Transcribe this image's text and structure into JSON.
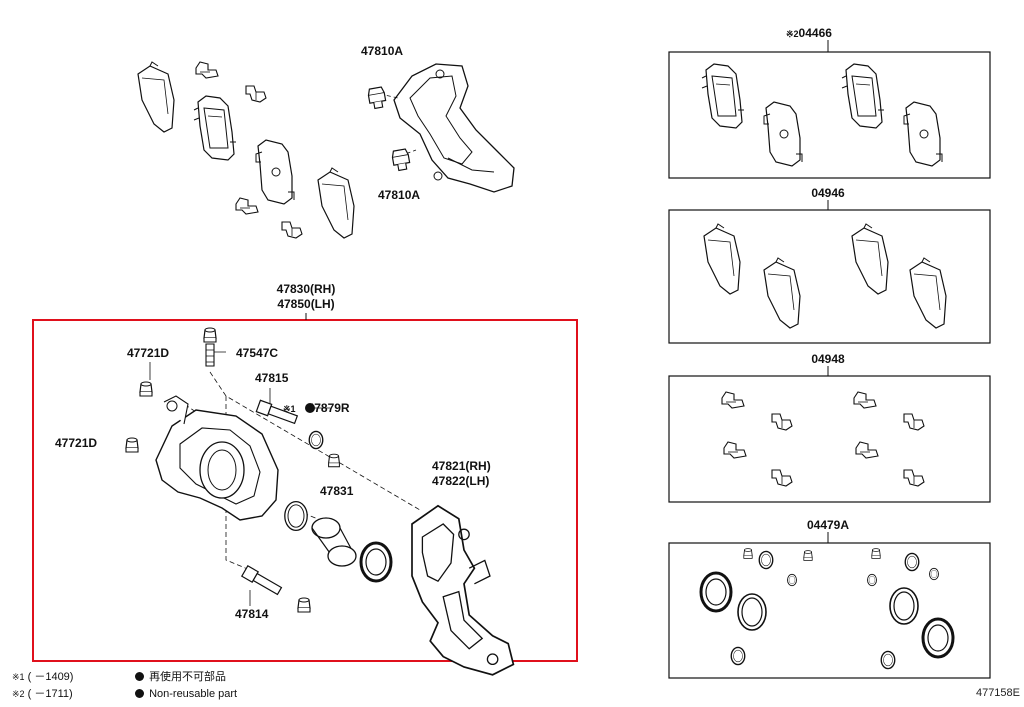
{
  "parts": {
    "bracket_bolt_top": "47810A",
    "bracket_bolt_bottom": "47810A",
    "caliper_rh": "47830(RH)",
    "caliper_lh": "47850(LH)",
    "bleeder_cap": "47721D",
    "bleeder_cap_lower": "47721D",
    "bleeder_plug": "47547C",
    "slide_pin_upper": "47815",
    "boot": "47879R",
    "boot_prefix": "※1",
    "mounting_rh": "47821(RH)",
    "mounting_lh": "47822(LH)",
    "piston": "47831",
    "slide_pin_lower": "47814"
  },
  "kits": {
    "pad_kit": {
      "prefix": "※2",
      "code": "04466"
    },
    "shim_kit": "04946",
    "fitting_kit": "04948",
    "seal_kit": "04479A"
  },
  "notes": {
    "note1_mark": "※1",
    "note1_range": "(      －1409)",
    "note1_text": "再使用不可部品",
    "note2_mark": "※2",
    "note2_range": "(      －1711)",
    "note2_text": "Non-reusable part"
  },
  "diagram_code": "477158E",
  "colors": {
    "line": "#111111",
    "highlight_box": "#e0101c"
  }
}
